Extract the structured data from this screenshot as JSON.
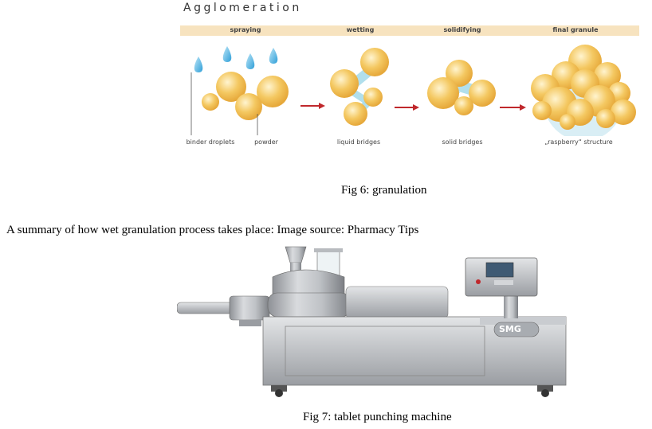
{
  "figure6": {
    "heading": "Agglomeration",
    "stages": [
      "spraying",
      "wetting",
      "solidifying",
      "final granule"
    ],
    "labels": {
      "binder_droplets": "binder droplets",
      "powder": "powder",
      "liquid_bridges": "liquid bridges",
      "solid_bridges": "solid bridges",
      "raspberry_structure": "„raspberry“ structure"
    },
    "colors": {
      "droplet": "#5bb8e6",
      "particle": "#f3c25a",
      "arrow": "#c0282c",
      "bridge": "#a9dcea"
    },
    "caption": "Fig 6: granulation"
  },
  "summary_text": "A summary of how wet granulation process takes place: Image source: Pharmacy Tips",
  "figure7": {
    "brand": "SMG",
    "caption": "Fig 7: tablet punching machine"
  }
}
